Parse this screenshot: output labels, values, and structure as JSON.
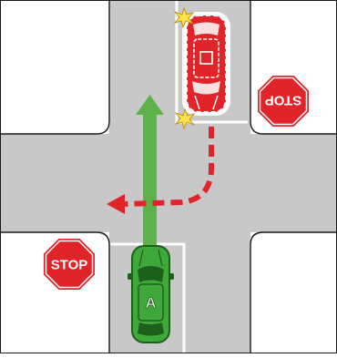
{
  "diagram": {
    "colors": {
      "background": "#ffffff",
      "road": "#c8c8c8",
      "road_edge": "#1a1a1a",
      "stop_sign": "#e0242a",
      "stop_text": "#ffffff",
      "car_a": "#3ea83a",
      "car_a_dark": "#1f5f1c",
      "car_other": "#e0242a",
      "green_arrow": "#5db249",
      "red_path": "#e0242a",
      "flash": "#ffe14a"
    },
    "vehicles": [
      {
        "id": "car-a",
        "label": "A",
        "color_key": "car_a",
        "heading": "north"
      },
      {
        "id": "car-other",
        "label": "",
        "color_key": "car_other",
        "heading": "south",
        "signalling": "right-turn"
      }
    ],
    "signs": [
      {
        "id": "stop-sign-left",
        "text": "STOP",
        "orientation": "upright"
      },
      {
        "id": "stop-sign-right",
        "text": "STOP",
        "orientation": "inverted"
      }
    ],
    "paths": [
      {
        "id": "car-a-path",
        "style": "solid",
        "color_key": "green_arrow",
        "direction": "straight-north"
      },
      {
        "id": "car-other-path",
        "style": "dashed",
        "color_key": "red_path",
        "direction": "turn-west"
      }
    ],
    "turn_signals": [
      {
        "id": "front-right-indicator",
        "color_key": "flash",
        "state": "flashing"
      },
      {
        "id": "rear-right-indicator",
        "color_key": "flash",
        "state": "flashing"
      }
    ]
  }
}
